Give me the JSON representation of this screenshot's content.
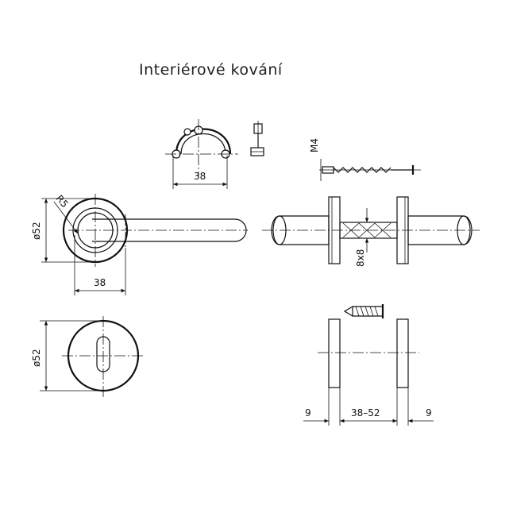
{
  "title": "Interiérové kování",
  "dimensions": {
    "escutcheon_diameter_top": "ø52",
    "radius": "R5",
    "handle_offset": "38",
    "bracket_span": "38",
    "screw_thread": "M4",
    "square_spindle": "8x8",
    "escutcheon_diameter_bottom": "ø52",
    "left_rose_thickness": "9",
    "door_thickness_range": "38–52",
    "right_rose_thickness": "9"
  }
}
